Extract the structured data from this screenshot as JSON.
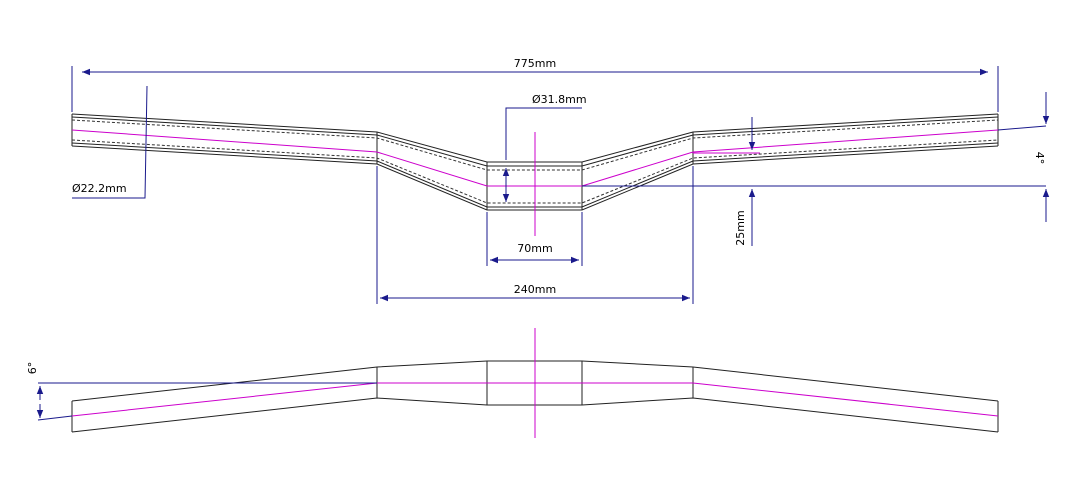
{
  "colors": {
    "outline": "#222222",
    "centerline": "#cc00cc",
    "dimension": "#1a1a8c",
    "background": "#ffffff"
  },
  "labels": {
    "overall_width": "775mm",
    "clamp_diameter": "Ø31.8mm",
    "grip_diameter": "Ø22.2mm",
    "center_width": "70mm",
    "rise_width": "240mm",
    "rise": "25mm",
    "upsweep": "4°",
    "backsweep": "6°"
  }
}
